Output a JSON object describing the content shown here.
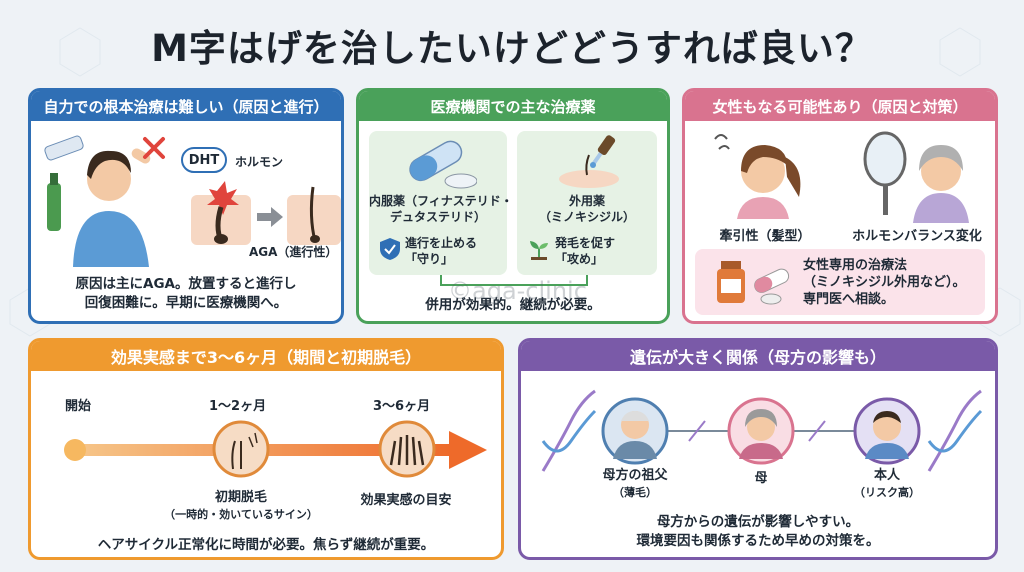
{
  "title": "M字はげを治したいけどどうすれば良い？",
  "watermark": "©aga-clinic",
  "card1": {
    "header": "自力での根本治療は難しい（原因と進行）",
    "dht": "DHT",
    "hormone": "ホルモン",
    "aga_label": "AGA（進行性）",
    "text_line1": "原因は主にAGA。放置すると進行し",
    "text_line2": "回復困難に。早期に医療機関へ。"
  },
  "card2": {
    "header": "医療機関での主な治療薬",
    "oral_line1": "内服薬（フィナステリド・",
    "oral_line2": "デュタステリド）",
    "oral_effect_line1": "進行を止める",
    "oral_effect_line2": "「守り」",
    "topical_line1": "外用薬",
    "topical_line2": "（ミノキシジル）",
    "topical_effect_line1": "発毛を促す",
    "topical_effect_line2": "「攻め」",
    "footer": "併用が効果的。継続が必要。"
  },
  "card3": {
    "header": "女性もなる可能性あり（原因と対策）",
    "label_left": "牽引性（髪型）",
    "label_right": "ホルモンバランス変化",
    "treat_line1": "女性専用の治療法",
    "treat_line2": "（ミノキシジル外用など）。",
    "treat_line3": "専門医へ相談。"
  },
  "card4": {
    "header": "効果実感まで3〜6ヶ月（期間と初期脱毛）",
    "start": "開始",
    "period1": "1〜2ヶ月",
    "period2": "3〜6ヶ月",
    "milestone1": "初期脱毛",
    "milestone1_sub": "（一時的・効いているサイン）",
    "milestone2": "効果実感の目安",
    "footer": "ヘアサイクル正常化に時間が必要。焦らず継続が重要。"
  },
  "card5": {
    "header": "遺伝が大きく関係（母方の影響も）",
    "p1_name": "母方の祖父",
    "p1_sub": "（薄毛）",
    "p2_name": "母",
    "p3_name": "本人",
    "p3_sub": "（リスク高）",
    "footer_line1": "母方からの遺伝が影響しやすい。",
    "footer_line2": "環境要因も関係するため早めの対策を。"
  },
  "colors": {
    "blue": "#2f6fb5",
    "green": "#4aa15a",
    "pink": "#d9738f",
    "orange": "#ef9a2f",
    "purple": "#7a5aa8"
  }
}
